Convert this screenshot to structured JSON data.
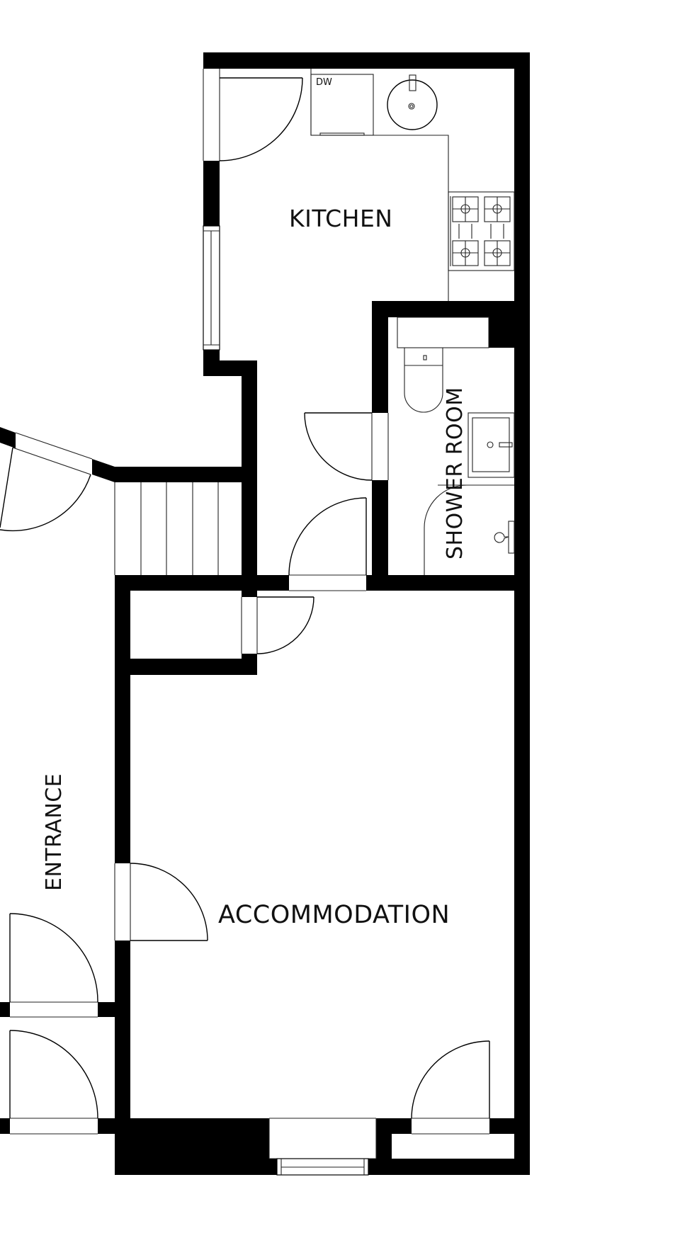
{
  "floor_plan": {
    "rooms": [
      {
        "id": "kitchen",
        "label": "KITCHEN"
      },
      {
        "id": "shower_room",
        "label": "SHOWER ROOM"
      },
      {
        "id": "accommodation",
        "label": "ACCOMMODATION"
      },
      {
        "id": "entrance",
        "label": "ENTRANCE"
      }
    ],
    "fixtures": {
      "dishwasher_label": "DW"
    },
    "colors": {
      "wall": "#000000",
      "background": "#ffffff",
      "line": "#000000"
    },
    "icons": [
      "door-swing-icon",
      "window-icon",
      "stairs-icon",
      "hob-icon",
      "sink-icon",
      "toilet-icon",
      "basin-icon",
      "shower-icon"
    ]
  }
}
